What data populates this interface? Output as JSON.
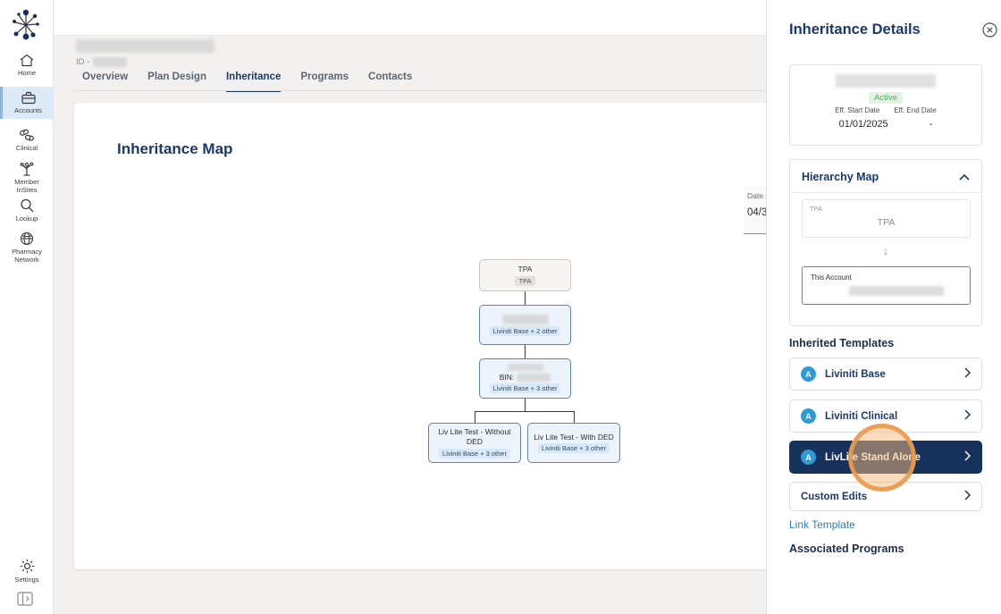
{
  "sidebar": {
    "items": [
      {
        "label": "Home"
      },
      {
        "label": "Accounts"
      },
      {
        "label": "Clinical"
      },
      {
        "label": "Member InSites"
      },
      {
        "label": "Lookup"
      },
      {
        "label": "Pharmacy Network"
      }
    ],
    "settings_label": "Settings"
  },
  "header": {
    "id_label": "ID -"
  },
  "tabs": {
    "items": [
      {
        "label": "Overview"
      },
      {
        "label": "Plan Design"
      },
      {
        "label": "Inheritance"
      },
      {
        "label": "Programs"
      },
      {
        "label": "Contacts"
      }
    ],
    "active": "Inheritance"
  },
  "map": {
    "title": "Inheritance Map",
    "date_field": {
      "label": "Date o",
      "value": "04/3"
    },
    "nodes": {
      "tpa": {
        "title": "TPA",
        "badge": "TPA"
      },
      "level2": {
        "badge": "Liviniti Base + 2 other"
      },
      "bin": {
        "title": "BIN:",
        "badge": "Liviniti Base + 3 other"
      },
      "leaf1": {
        "title": "Liv Lite Test - Without DED",
        "badge": "Liviniti Base + 3 other"
      },
      "leaf2": {
        "title": "Liv Lite Test - With DED",
        "badge": "Liviniti Base + 3 other"
      }
    }
  },
  "panel": {
    "title": "Inheritance Details",
    "status": {
      "badge": "Active",
      "start_label": "Eff. Start Date",
      "end_label": "Eff. End Date",
      "start_value": "01/01/2025",
      "end_value": "-"
    },
    "hierarchy": {
      "title": "Hierarchy Map",
      "tpa_label": "TPA",
      "tpa_value": "TPA",
      "account_label": "This Account"
    },
    "templates": {
      "heading": "Inherited Templates",
      "items": [
        {
          "label": "Liviniti Base",
          "badge": "A"
        },
        {
          "label": "Liviniti Clinical",
          "badge": "A"
        },
        {
          "label": "LivLite Stand Alone",
          "badge": "A",
          "selected": true
        },
        {
          "label": "Custom Edits"
        }
      ]
    },
    "link_template": "Link Template",
    "associated_heading": "Associated Programs"
  },
  "colors": {
    "accent_navy": "#1b3a6b",
    "selected_navy": "#16325c",
    "badge_blue": "#2e9bd6",
    "active_green": "#4caf50",
    "link_blue": "#2e7fc1",
    "highlight_orange": "#ec9a4a",
    "node_blue_border": "#5c86a8",
    "node_blue_fill": "#edf4fb"
  }
}
